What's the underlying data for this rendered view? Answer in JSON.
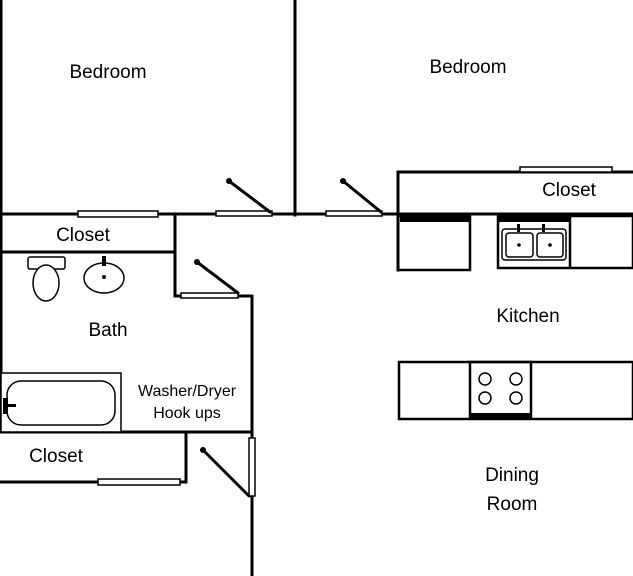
{
  "rooms": {
    "bedroom_left": "Bedroom",
    "bedroom_right": "Bedroom",
    "closet_hall": "Closet",
    "closet_right": "Closet",
    "closet_bottom": "Closet",
    "bath": "Bath",
    "laundry_line1": "Washer/Dryer",
    "laundry_line2": "Hook ups",
    "kitchen": "Kitchen",
    "dining_line1": "Dining",
    "dining_line2": "Room"
  },
  "colors": {
    "line": "#000000",
    "background": "#ffffff"
  }
}
